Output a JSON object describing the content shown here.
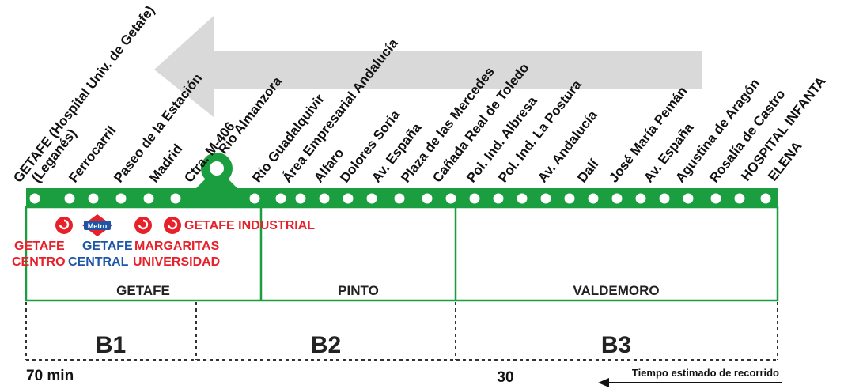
{
  "stops": [
    "GETAFE (Hospital Univ. de Getafe)",
    "(Leganés)",
    "Ferrocarril",
    "Paseo de la Estación",
    "Madrid",
    "Ctra. M-406",
    "Río Almanzora",
    "Río Guadalquivir",
    "Área Empresarial Andalucía",
    "Alfaro",
    "Dolores Soria",
    "Av. España",
    "Plaza de las Mercedes",
    "Cañada Real de Toledo",
    "Pol. Ind. Albresa",
    "Pol. Ind. La Postura",
    "Av. Andalucía",
    "Dalí",
    "José María Pemán",
    "Av. España",
    "Agustina de Aragón",
    "Rosalía de Castro",
    "HOSPITAL INFANTA",
    "ELENA"
  ],
  "towns": [
    "GETAFE",
    "PINTO",
    "VALDEMORO"
  ],
  "zones": [
    "B1",
    "B2",
    "B3"
  ],
  "connections": {
    "getafe_centro": [
      "GETAFE",
      "CENTRO"
    ],
    "getafe_central": [
      "GETAFE",
      "CENTRAL"
    ],
    "margaritas": [
      "MARGARITAS",
      "UNIVERSIDAD"
    ],
    "getafe_industrial": "GETAFE INDUSTRIAL",
    "metro_logo": "Metro"
  },
  "time": {
    "total": "70 min",
    "partial": "30",
    "legend": "Tiempo estimado de recorrido"
  },
  "colors": {
    "line": "#1a9e3f",
    "arrow": "#d9d9d9",
    "renfe": "#e8202a",
    "metro": "#1e56a6"
  },
  "icons": {
    "direction": "direction-arrow-icon",
    "renfe": "renfe-cercanias-icon",
    "metro": "metro-icon",
    "interchange": "interchange-marker-icon"
  }
}
